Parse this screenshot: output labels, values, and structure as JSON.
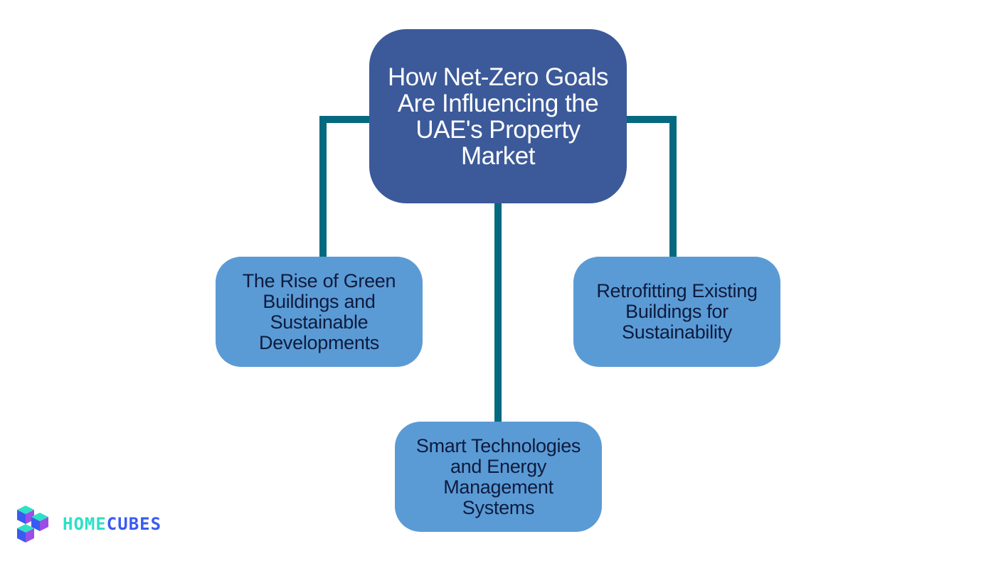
{
  "diagram": {
    "root": {
      "label": "How Net-Zero Goals Are Influencing the UAE's Property Market"
    },
    "children": [
      {
        "label": "The Rise of Green Buildings and Sustainable Developments"
      },
      {
        "label": "Retrofitting Existing Buildings for Sustainability"
      },
      {
        "label": "Smart Technologies and Energy Management Systems"
      }
    ]
  },
  "logo": {
    "part1": "HOME",
    "part2": "CUBES",
    "icon": "cube-logo-icon"
  },
  "colors": {
    "connector": "#05697f",
    "root_fill": "#3c5a99",
    "child_fill": "#5b9bd5",
    "child_text": "#0d1b3e",
    "logo_teal": "#2de0c6",
    "logo_blue": "#3a5bf0",
    "logo_purple": "#9b4de8"
  }
}
